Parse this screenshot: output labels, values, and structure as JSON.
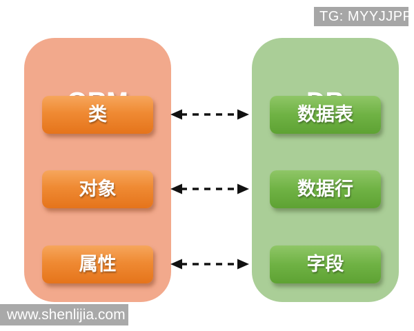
{
  "overlays": {
    "badge_text": "TG: MYYJJPP",
    "watermark_text": "www.shenlijia.com"
  },
  "diagram": {
    "title_pair": [
      "ORM",
      "DB"
    ],
    "panels": [
      {
        "title": "ORM",
        "bg_color": "#f2a98c",
        "node_gradient": [
          "#f6a65c",
          "#e5741b"
        ],
        "items": [
          {
            "label": "类"
          },
          {
            "label": "对象"
          },
          {
            "label": "属性"
          }
        ]
      },
      {
        "title": "DB",
        "bg_color": "#aace97",
        "node_gradient": [
          "#8fc667",
          "#5ea233"
        ],
        "items": [
          {
            "label": "数据表"
          },
          {
            "label": "数据行"
          },
          {
            "label": "字段"
          }
        ]
      }
    ],
    "connections": [
      {
        "from": "类",
        "to": "数据表",
        "style": "dashed-double-arrow"
      },
      {
        "from": "对象",
        "to": "数据行",
        "style": "dashed-double-arrow"
      },
      {
        "from": "属性",
        "to": "字段",
        "style": "dashed-double-arrow"
      }
    ],
    "connector_color": "#111111"
  }
}
